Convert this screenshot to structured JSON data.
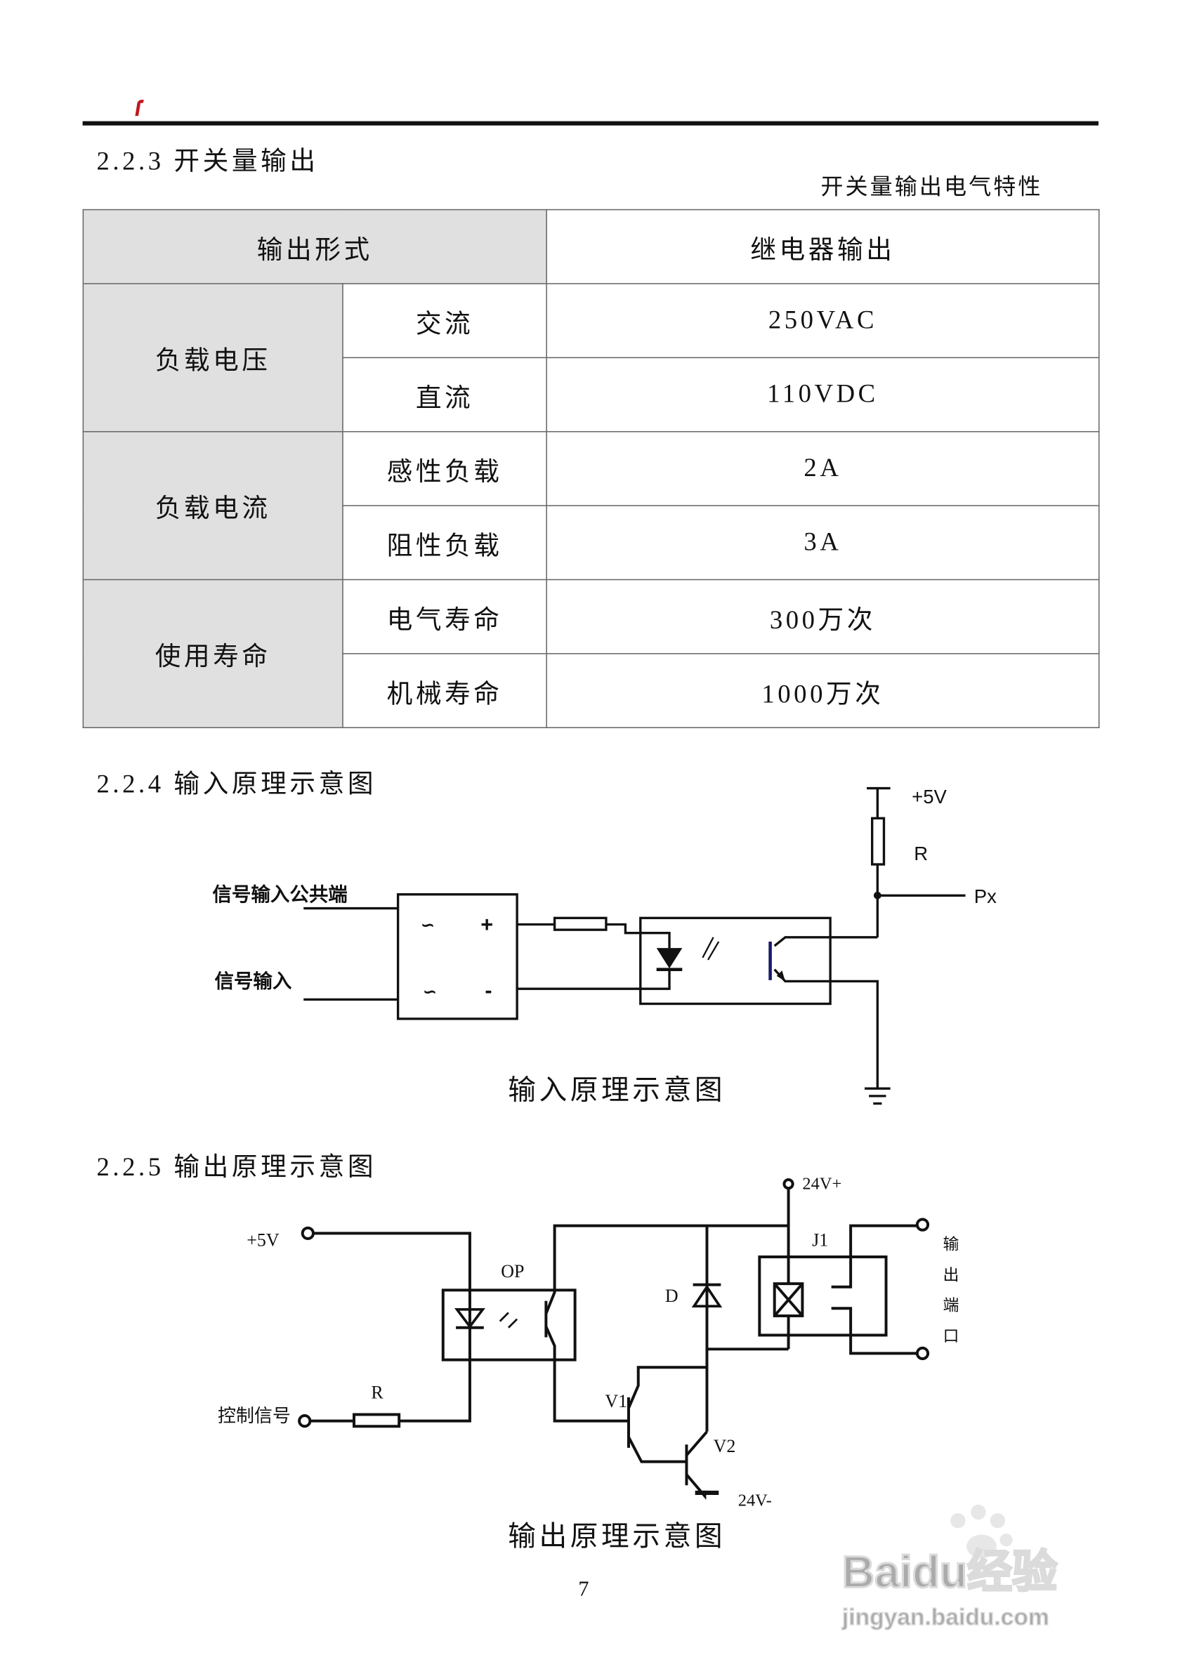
{
  "header": {
    "logo": "red-slash-logo",
    "logo_color": "#c0161c"
  },
  "section_223": {
    "title": "2.2.3 开关量输出",
    "table_caption": "开关量输出电气特性",
    "table": {
      "header": {
        "label": "输出形式",
        "value": "继电器输出"
      },
      "groups": [
        {
          "label": "负载电压",
          "rows": [
            {
              "sub": "交流",
              "value": "250VAC"
            },
            {
              "sub": "直流",
              "value": "110VDC"
            }
          ]
        },
        {
          "label": "负载电流",
          "rows": [
            {
              "sub": "感性负载",
              "value": "2A"
            },
            {
              "sub": "阻性负载",
              "value": "3A"
            }
          ]
        },
        {
          "label": "使用寿命",
          "rows": [
            {
              "sub": "电气寿命",
              "value": "300万次"
            },
            {
              "sub": "机械寿命",
              "value": "1000万次"
            }
          ]
        }
      ]
    }
  },
  "section_224": {
    "title": "2.2.4 输入原理示意图",
    "diagram": {
      "common_label": "信号输入公共端",
      "input_label": "信号输入",
      "ac1": "∽",
      "ac2": "∽",
      "plus": "+",
      "minus": "-",
      "vcc": "+5V",
      "r": "R",
      "px": "Px",
      "caption": "输入原理示意图"
    }
  },
  "section_225": {
    "title": "2.2.5 输出原理示意图",
    "diagram": {
      "vcc": "+5V",
      "ctrl": "控制信号",
      "r": "R",
      "op": "OP",
      "d": "D",
      "j1": "J1",
      "v24p": "24V+",
      "v24n": "24V-",
      "v1": "V1",
      "v2": "V2",
      "out": [
        "输",
        "出",
        "端",
        "口"
      ],
      "caption": "输出原理示意图"
    }
  },
  "page_number": "7",
  "watermark": {
    "brand": "Baidu经验",
    "url": "jingyan.baidu.com"
  }
}
